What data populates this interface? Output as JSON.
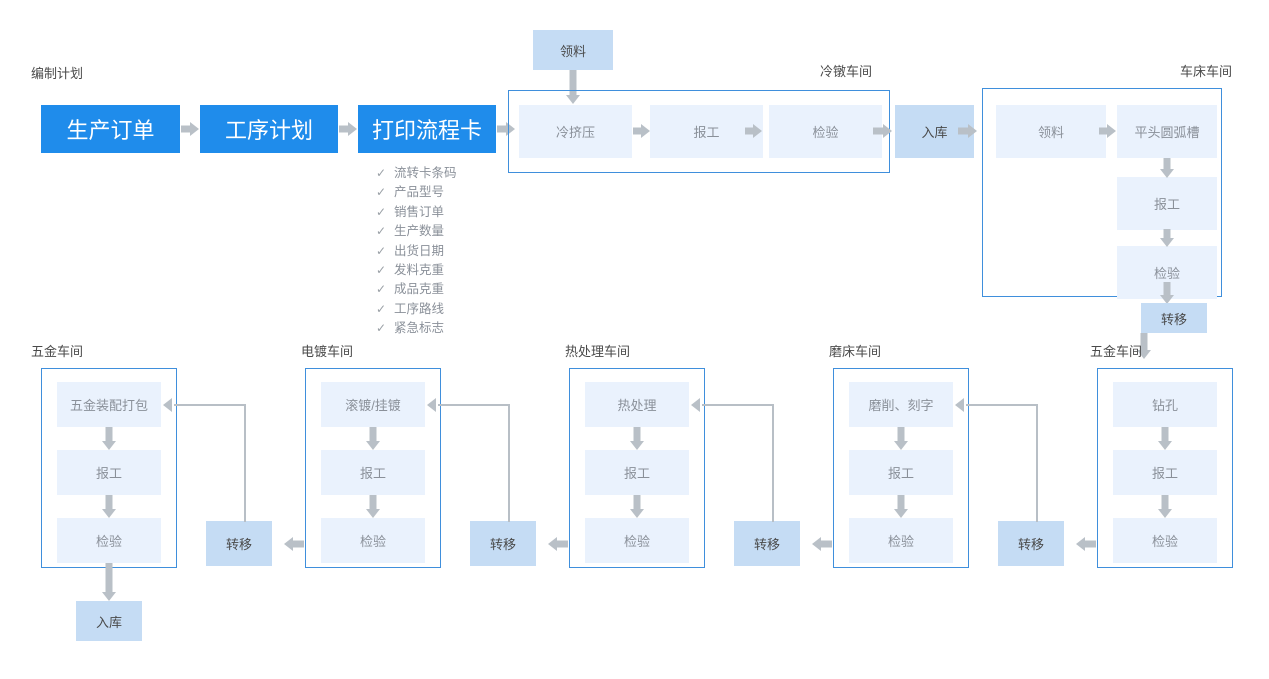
{
  "planning": {
    "section_label": "编制计划",
    "boxes": [
      {
        "label": "生产订单"
      },
      {
        "label": "工序计划"
      },
      {
        "label": "打印流程卡"
      }
    ],
    "checklist": [
      "流转卡条码",
      "产品型号",
      "销售订单",
      "生产数量",
      "出货日期",
      "发料克重",
      "成品克重",
      "工序路线",
      "紧急标志"
    ],
    "check_glyph": "✓"
  },
  "top_flow": {
    "pick_material": "领料",
    "cold_heading": {
      "title": "冷镦车间",
      "steps": [
        "冷挤压",
        "报工",
        "检验"
      ]
    },
    "warehouse_in": "入库",
    "lathe": {
      "title": "车床车间",
      "steps": [
        "领料",
        "平头圆弧槽",
        "报工",
        "检验"
      ]
    },
    "transfer_after_lathe": "转移"
  },
  "workshops": [
    {
      "title": "五金车间",
      "steps": [
        "五金装配打包",
        "报工",
        "检验"
      ],
      "transfer": "转移",
      "final": "入库"
    },
    {
      "title": "电镀车间",
      "steps": [
        "滚镀/挂镀",
        "报工",
        "检验"
      ],
      "transfer": "转移"
    },
    {
      "title": "热处理车间",
      "steps": [
        "热处理",
        "报工",
        "检验"
      ],
      "transfer": "转移"
    },
    {
      "title": "磨床车间",
      "steps": [
        "磨削、刻字",
        "报工",
        "检验"
      ],
      "transfer": "转移"
    },
    {
      "title": "五金车间",
      "steps": [
        "钻孔",
        "报工",
        "检验"
      ]
    }
  ],
  "colors": {
    "primary_blue": "#1f8ceb",
    "mid_blue": "#c5dcf4",
    "pale_blue": "#eaf2fd",
    "container_border": "#3f8fdc",
    "arrow_gray": "#b9c0c7",
    "text_gray": "#8a9099"
  }
}
